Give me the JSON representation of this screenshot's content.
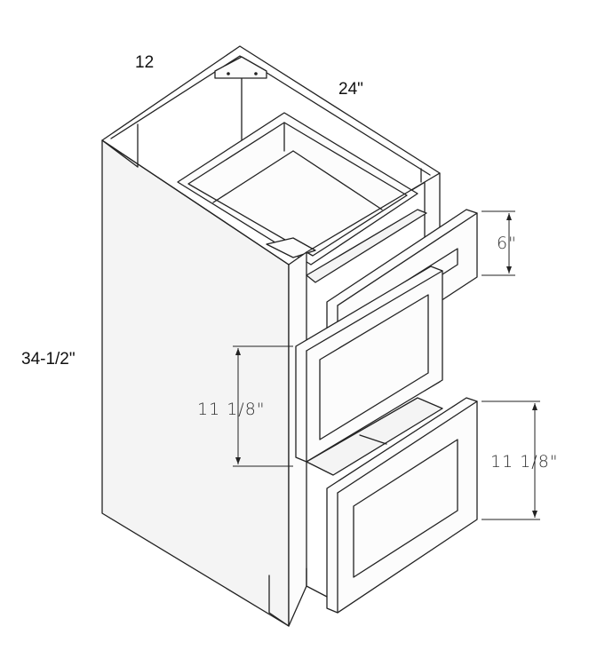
{
  "labels": {
    "width": "12",
    "depth": "24\"",
    "height": "34-1/2\"",
    "top_drawer": "6\"",
    "middle_drawer": "11 1/8\"",
    "bottom_drawer": "11 1/8\""
  },
  "colors": {
    "line": "#222222",
    "background": "#ffffff"
  }
}
